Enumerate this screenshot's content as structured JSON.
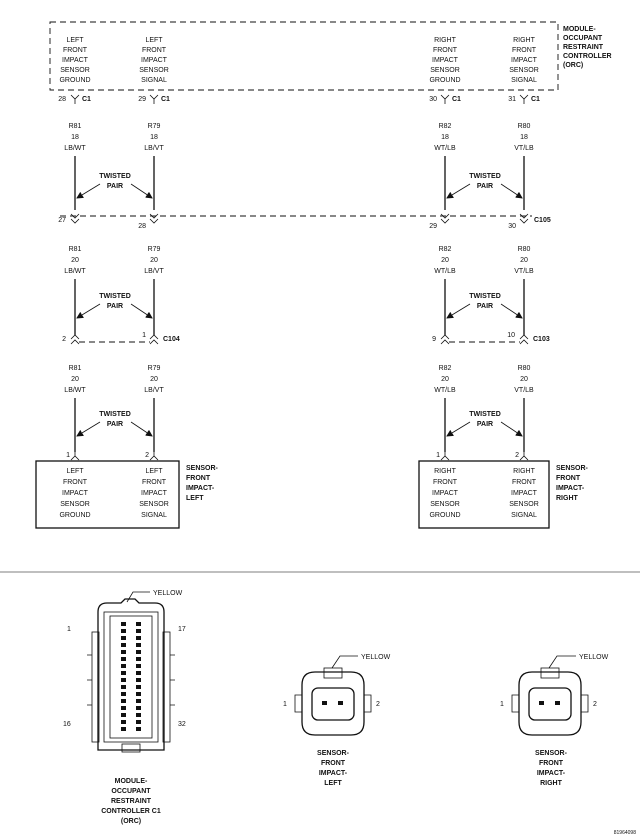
{
  "orc": {
    "title": [
      "MODULE-",
      "OCCUPANT",
      "RESTRAINT",
      "CONTROLLER",
      "(ORC)"
    ],
    "pins": [
      {
        "lines": [
          "LEFT",
          "FRONT",
          "IMPACT",
          "SENSOR",
          "GROUND"
        ],
        "pin": "28",
        "conn": "C1"
      },
      {
        "lines": [
          "LEFT",
          "FRONT",
          "IMPACT",
          "SENSOR",
          "SIGNAL"
        ],
        "pin": "29",
        "conn": "C1"
      },
      {
        "lines": [
          "RIGHT",
          "FRONT",
          "IMPACT",
          "SENSOR",
          "GROUND"
        ],
        "pin": "30",
        "conn": "C1"
      },
      {
        "lines": [
          "RIGHT",
          "FRONT",
          "IMPACT",
          "SENSOR",
          "SIGNAL"
        ],
        "pin": "31",
        "conn": "C1"
      }
    ]
  },
  "wires_top": [
    {
      "circuit": "R81",
      "gauge": "18",
      "color": "LB/WT"
    },
    {
      "circuit": "R79",
      "gauge": "18",
      "color": "LB/VT"
    },
    {
      "circuit": "R82",
      "gauge": "18",
      "color": "WT/LB"
    },
    {
      "circuit": "R80",
      "gauge": "18",
      "color": "VT/LB"
    }
  ],
  "twisted_pair": [
    "TWISTED",
    "PAIR"
  ],
  "c105": {
    "label": "C105",
    "pins": [
      "27",
      "28",
      "29",
      "30"
    ]
  },
  "wires_mid": [
    {
      "circuit": "R81",
      "gauge": "20",
      "color": "LB/WT"
    },
    {
      "circuit": "R79",
      "gauge": "20",
      "color": "LB/VT"
    },
    {
      "circuit": "R82",
      "gauge": "20",
      "color": "WT/LB"
    },
    {
      "circuit": "R80",
      "gauge": "20",
      "color": "VT/LB"
    }
  ],
  "c104": {
    "label": "C104",
    "pins": [
      "2",
      "1"
    ]
  },
  "c103": {
    "label": "C103",
    "pins": [
      "9",
      "10"
    ]
  },
  "wires_low": [
    {
      "circuit": "R81",
      "gauge": "20",
      "color": "LB/WT"
    },
    {
      "circuit": "R79",
      "gauge": "20",
      "color": "LB/VT"
    },
    {
      "circuit": "R82",
      "gauge": "20",
      "color": "WT/LB"
    },
    {
      "circuit": "R80",
      "gauge": "20",
      "color": "VT/LB"
    }
  ],
  "sensor_left": {
    "pins": [
      "1",
      "2"
    ],
    "ground": [
      "LEFT",
      "FRONT",
      "IMPACT",
      "SENSOR",
      "GROUND"
    ],
    "signal": [
      "LEFT",
      "FRONT",
      "IMPACT",
      "SENSOR",
      "SIGNAL"
    ],
    "title": [
      "SENSOR-",
      "FRONT",
      "IMPACT-",
      "LEFT"
    ]
  },
  "sensor_right": {
    "pins": [
      "1",
      "2"
    ],
    "ground": [
      "RIGHT",
      "FRONT",
      "IMPACT",
      "SENSOR",
      "GROUND"
    ],
    "signal": [
      "RIGHT",
      "FRONT",
      "IMPACT",
      "SENSOR",
      "SIGNAL"
    ],
    "title": [
      "SENSOR-",
      "FRONT",
      "IMPACT-",
      "RIGHT"
    ]
  },
  "connector_views": {
    "orc": {
      "color": "YELLOW",
      "pin_labels": [
        "1",
        "17",
        "16",
        "32"
      ],
      "caption": [
        "MODULE-",
        "OCCUPANT",
        "RESTRAINT",
        "CONTROLLER C1",
        "(ORC)"
      ]
    },
    "left": {
      "color": "YELLOW",
      "pin_labels": [
        "1",
        "2"
      ],
      "caption": [
        "SENSOR-",
        "FRONT",
        "IMPACT-",
        "LEFT"
      ]
    },
    "right": {
      "color": "YELLOW",
      "pin_labels": [
        "1",
        "2"
      ],
      "caption": [
        "SENSOR-",
        "FRONT",
        "IMPACT-",
        "RIGHT"
      ]
    }
  },
  "figure_id": "81964098"
}
